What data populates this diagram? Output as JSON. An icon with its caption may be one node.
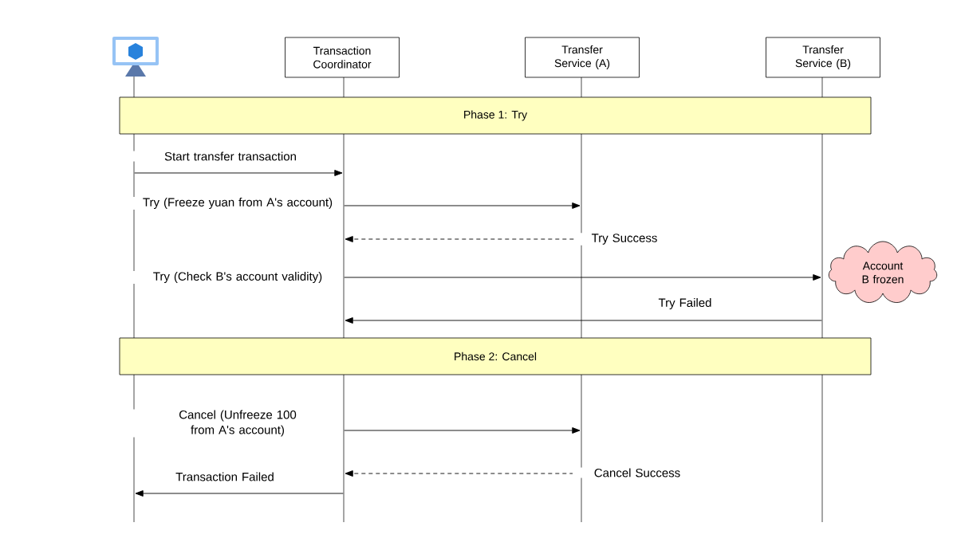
{
  "diagram": {
    "nodes": [
      {
        "text": [],
        "shape": "monitor"
      },
      {
        "text": [
          "Transaction Coordinator"
        ]
      },
      {
        "text": [
          "Transfer Service (A)"
        ]
      },
      {
        "text": [
          "Transfer Service (B)"
        ]
      },
      {
        "text": [],
        "shape": "line"
      },
      {
        "text": [],
        "shape": "line"
      },
      {
        "text": [],
        "shape": "line"
      },
      {
        "text": [],
        "shape": "line"
      },
      {
        "text": [
          "Phase 1: Try"
        ]
      },
      {
        "text": [
          "Account B frozen"
        ]
      },
      {
        "text": [
          "Phase 2: Cancel"
        ]
      }
    ],
    "edges": [
      {
        "from": 4,
        "to": 5,
        "arrow": "to",
        "label": "Start transfer transaction"
      },
      {
        "from": 5,
        "to": 6,
        "arrow": "to",
        "label": "Try (Freeze yuan from A's account)"
      },
      {
        "from": 6,
        "to": 5,
        "arrow": "to",
        "label": "Try Success",
        "style": "dashed"
      },
      {
        "from": 5,
        "to": 7,
        "arrow": "to",
        "label": "Try (Check B's account validity)"
      },
      {
        "from": 7,
        "to": 5,
        "arrow": "to",
        "label": "Try Failed"
      },
      {
        "from": 5,
        "to": 6,
        "arrow": "to",
        "label": "Cancel (Unfreeze 100 from A's account)"
      },
      {
        "from": 6,
        "to": 5,
        "arrow": "to",
        "label": "Cancel Success",
        "style": "dashed"
      },
      {
        "from": 5,
        "to": 4,
        "arrow": "to",
        "label": "Transaction Failed"
      }
    ]
  }
}
